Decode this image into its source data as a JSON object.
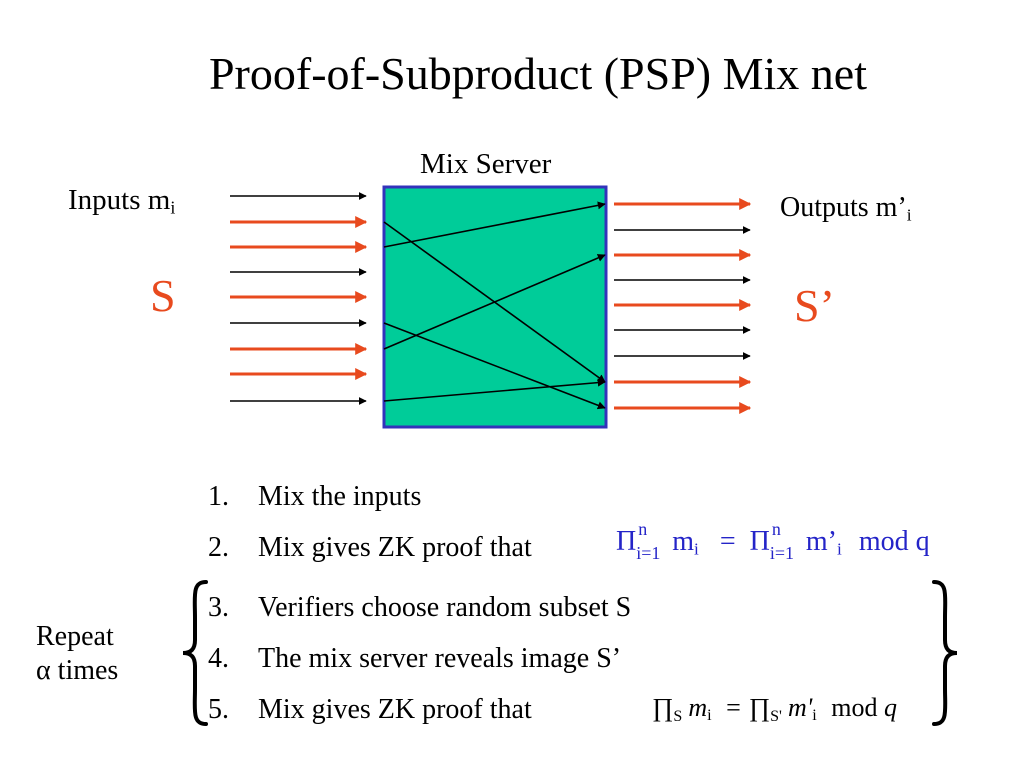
{
  "title": "Proof-of-Subproduct (PSP) Mix net",
  "mix_server_label": "Mix Server",
  "inputs_label": {
    "text": "Inputs m",
    "sub": "i"
  },
  "outputs_label": {
    "text": "Outputs m’",
    "sub": "i"
  },
  "set_input_label": "S",
  "set_output_label": "S’",
  "colors": {
    "highlight_arrow": "#e84a1e",
    "plain_arrow": "#000000",
    "mix_box_fill": "#00cc99",
    "mix_box_border": "#3333bb",
    "formula_text": "#2424c8"
  },
  "steps": [
    {
      "num": "1.",
      "text": "Mix the inputs"
    },
    {
      "num": "2.",
      "text": "Mix gives ZK proof that"
    },
    {
      "num": "3.",
      "text": "Verifiers choose random subset S"
    },
    {
      "num": "4.",
      "text": "The mix server reveals image S’"
    },
    {
      "num": "5.",
      "text": "Mix gives ZK proof that"
    }
  ],
  "formula_product": {
    "pi": "Π",
    "upper": "n",
    "lower": "i=1",
    "lhs_var": "m",
    "lhs_sub": "i",
    "equals": "=",
    "rhs_var": "m’",
    "rhs_sub": "i",
    "mod": "mod q"
  },
  "formula_subset": {
    "pi": "∏",
    "set": "S",
    "lhs_var": "m",
    "lhs_sub": "i",
    "equals": "=",
    "set_prime": "S'",
    "rhs_var": "m'",
    "rhs_sub": "i",
    "mod": "mod",
    "modulus": "q"
  },
  "repeat_label": {
    "line1": "Repeat",
    "line2": "α times"
  },
  "input_arrows": [
    "plain",
    "highlight",
    "highlight",
    "plain",
    "highlight",
    "plain",
    "highlight",
    "highlight",
    "plain"
  ],
  "output_arrows": [
    "highlight",
    "plain",
    "highlight",
    "plain",
    "highlight",
    "plain",
    "plain",
    "highlight",
    "highlight"
  ],
  "mix_permutation": [
    {
      "in": 1,
      "out": 7
    },
    {
      "in": 2,
      "out": 0
    },
    {
      "in": 5,
      "out": 8
    },
    {
      "in": 6,
      "out": 2
    },
    {
      "in": 8,
      "out": 7
    }
  ]
}
